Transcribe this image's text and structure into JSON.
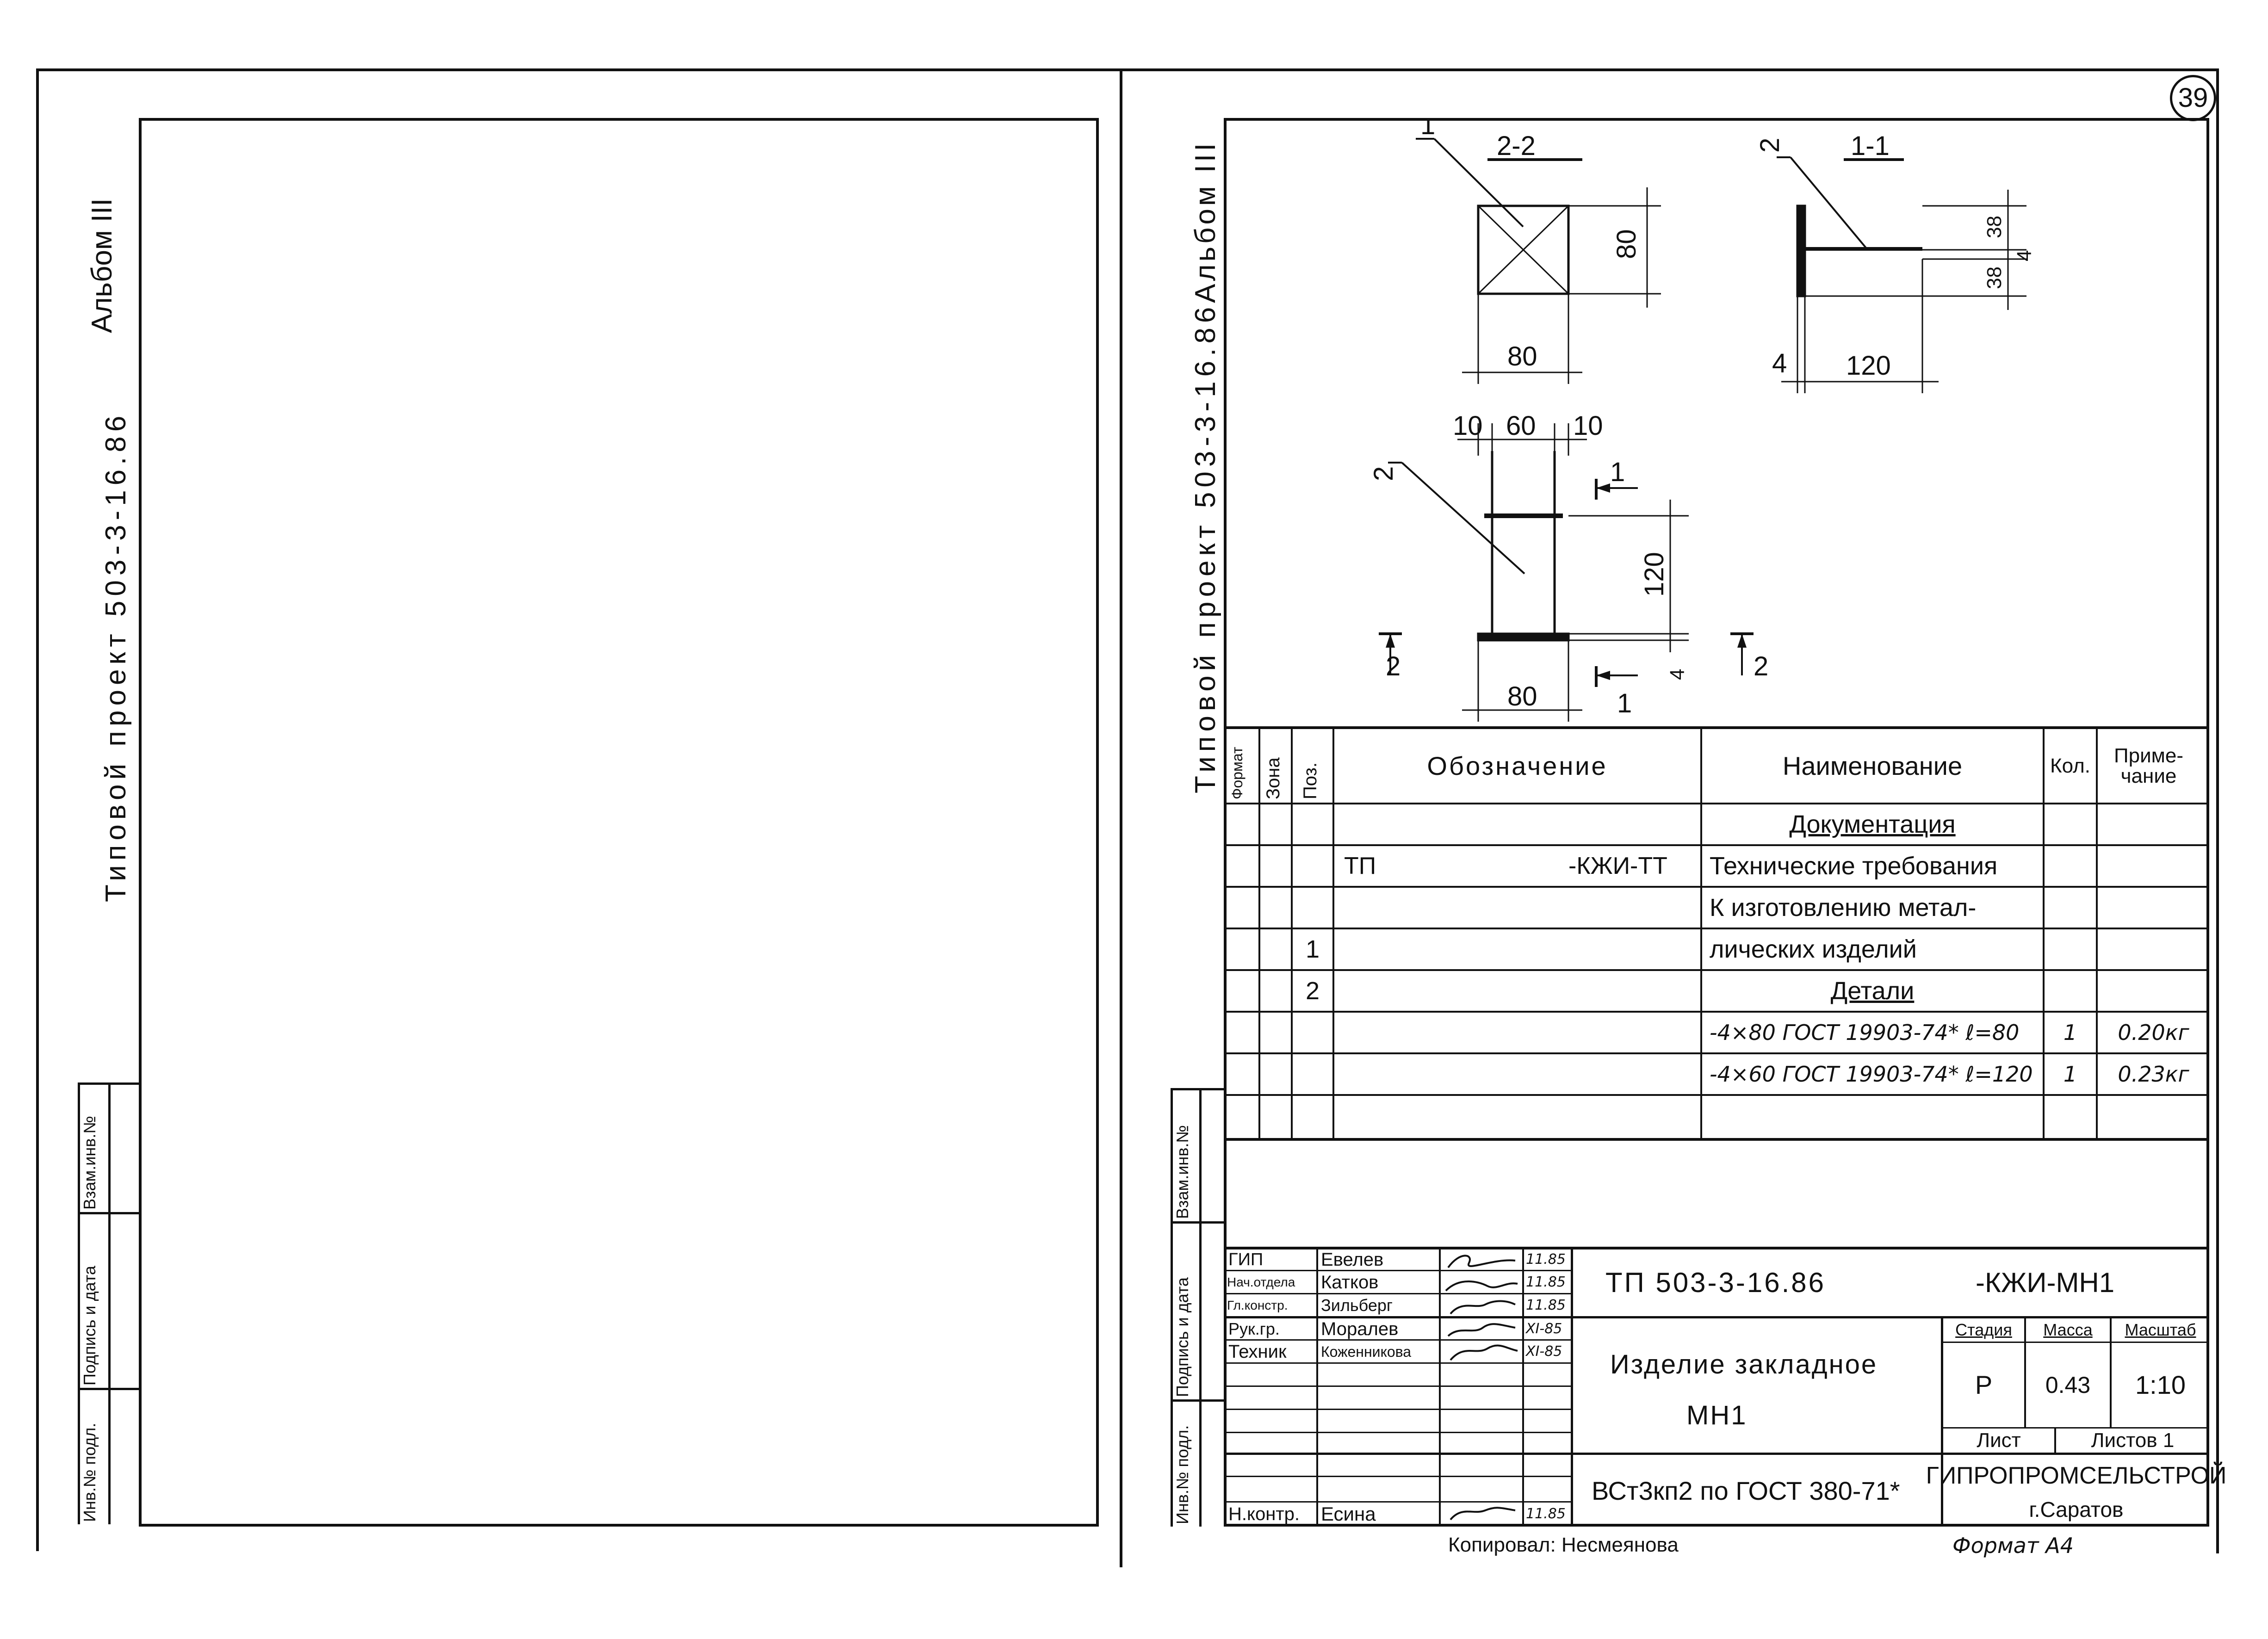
{
  "sheet_number": "39",
  "left_page": {
    "album": "Альбом III",
    "project": "Типовой проект 503-3-16.86",
    "stamp_fields": [
      "Инв.№ подл.",
      "Подпись и дата",
      "Взам.инв.№"
    ]
  },
  "right_page": {
    "album": "Альбом III",
    "project": "Типовой проект 503-3-16.86",
    "stamp_fields": [
      "Инв.№ подл.",
      "Подпись и дата",
      "Взам.инв.№"
    ]
  },
  "drawing": {
    "section_2_2": {
      "title": "2-2",
      "position": "1",
      "w": "80",
      "h": "80"
    },
    "section_1_1": {
      "title": "1-1",
      "position": "2",
      "t": "4",
      "len": "120",
      "d1": "38",
      "d2": "38",
      "d3": "4"
    },
    "plan": {
      "position": "2",
      "top_left": "10",
      "top_mid": "60",
      "top_right": "10",
      "height": "120",
      "bottom_gap": "4",
      "width": "80",
      "cut1_top": "1",
      "cut1_bottom": "1",
      "cut2_left": "2",
      "cut2_right": "2"
    }
  },
  "spec_table": {
    "headers": {
      "format": "Формат",
      "zone": "Зона",
      "pos": "Поз.",
      "designation": "Обозначение",
      "name": "Наименование",
      "qty": "Кол.",
      "note": "Приме-чание"
    },
    "rows": [
      {
        "pos": "",
        "des_a": "",
        "des_b": "",
        "name": "Документация",
        "qty": "",
        "note": ""
      },
      {
        "pos": "",
        "des_a": "ТП",
        "des_b": "-КЖИ-ТТ",
        "name": "Технические требования",
        "qty": "",
        "note": ""
      },
      {
        "pos": "",
        "des_a": "",
        "des_b": "",
        "name": "К изготовлению метал-",
        "qty": "",
        "note": ""
      },
      {
        "pos": "1",
        "des_a": "",
        "des_b": "",
        "name": "лических изделий",
        "qty": "",
        "note": ""
      },
      {
        "pos": "2",
        "des_a": "",
        "des_b": "",
        "name": "Детали",
        "qty": "",
        "note": ""
      },
      {
        "pos": "",
        "des_a": "",
        "des_b": "",
        "name": "-4×80 ГОСТ 19903-74* ℓ=80",
        "qty": "1",
        "note": "0.20кг"
      },
      {
        "pos": "",
        "des_a": "",
        "des_b": "",
        "name": "-4×60 ГОСТ 19903-74* ℓ=120",
        "qty": "1",
        "note": "0.23кг"
      },
      {
        "pos": "",
        "des_a": "",
        "des_b": "",
        "name": "",
        "qty": "",
        "note": ""
      }
    ]
  },
  "title_block": {
    "people": [
      {
        "role": "ГИП",
        "name": "Евелев",
        "date": "11.85"
      },
      {
        "role": "Нач.отдела",
        "name": "Катков",
        "date": "11.85"
      },
      {
        "role": "Гл.констр.",
        "name": "Зильберг",
        "date": "11.85"
      },
      {
        "role": "Рук.гр.",
        "name": "Моралев",
        "date": "XI-85"
      },
      {
        "role": "Техник",
        "name": "Коженникова",
        "date": "XI-85"
      },
      {
        "role": "Н.контр.",
        "name": "Есина",
        "date": "11.85"
      }
    ],
    "code_a": "ТП 503-3-16.86",
    "code_b": "-КЖИ-МН1",
    "title_1": "Изделие закладное",
    "title_2": "МН1",
    "stage_label": "Стадия",
    "mass_label": "Масса",
    "scale_label": "Масштаб",
    "stage": "Р",
    "mass": "0.43",
    "scale": "1:10",
    "sheet_label": "Лист",
    "sheets_label": "Листов 1",
    "material": "ВСт3кп2 по ГОСТ 380-71*",
    "organization": "ГИПРОПРОМСЕЛЬСТРОЙ",
    "city": "г.Саратов",
    "copied": "Копировал: Несмеянова",
    "format": "Формат А4"
  }
}
